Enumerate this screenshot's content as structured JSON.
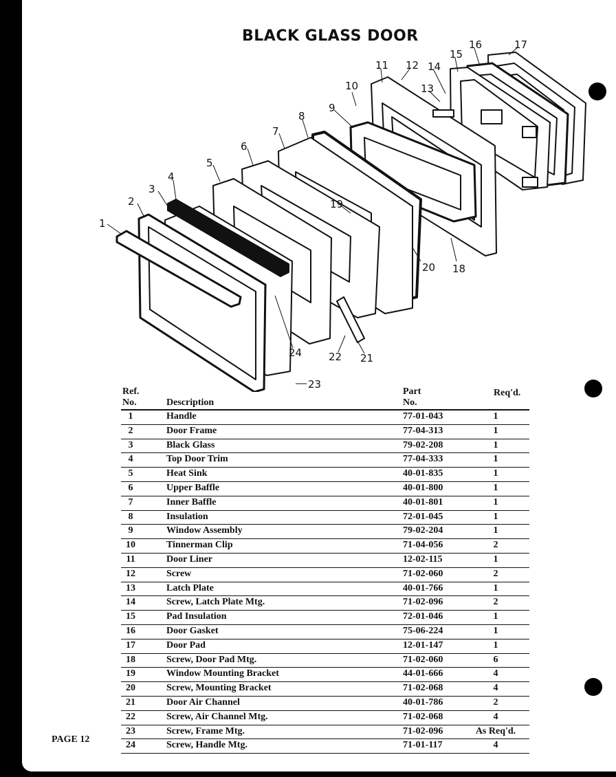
{
  "title": "BLACK GLASS DOOR",
  "page_label": "PAGE 12",
  "callouts": [
    "1",
    "2",
    "3",
    "4",
    "5",
    "6",
    "7",
    "8",
    "9",
    "10",
    "11",
    "12",
    "13",
    "14",
    "15",
    "16",
    "17",
    "18",
    "19",
    "20",
    "21",
    "22",
    "23",
    "24"
  ],
  "table": {
    "headers": {
      "ref_line1": "Ref.",
      "ref_line2": "No.",
      "description": "Description",
      "part_line1": "Part",
      "part_line2": "No.",
      "qty": "Req'd."
    },
    "rows": [
      {
        "ref": "1",
        "desc": "Handle",
        "part": "77-01-043",
        "qty": "1"
      },
      {
        "ref": "2",
        "desc": "Door Frame",
        "part": "77-04-313",
        "qty": "1"
      },
      {
        "ref": "3",
        "desc": "Black Glass",
        "part": "79-02-208",
        "qty": "1"
      },
      {
        "ref": "4",
        "desc": "Top Door Trim",
        "part": "77-04-333",
        "qty": "1"
      },
      {
        "ref": "5",
        "desc": "Heat Sink",
        "part": "40-01-835",
        "qty": "1"
      },
      {
        "ref": "6",
        "desc": "Upper Baffle",
        "part": "40-01-800",
        "qty": "1"
      },
      {
        "ref": "7",
        "desc": "Inner Baffle",
        "part": "40-01-801",
        "qty": "1"
      },
      {
        "ref": "8",
        "desc": "Insulation",
        "part": "72-01-045",
        "qty": "1"
      },
      {
        "ref": "9",
        "desc": "Window Assembly",
        "part": "79-02-204",
        "qty": "1"
      },
      {
        "ref": "10",
        "desc": "Tinnerman Clip",
        "part": "71-04-056",
        "qty": "2"
      },
      {
        "ref": "11",
        "desc": "Door Liner",
        "part": "12-02-115",
        "qty": "1"
      },
      {
        "ref": "12",
        "desc": "Screw",
        "part": "71-02-060",
        "qty": "2"
      },
      {
        "ref": "13",
        "desc": "Latch Plate",
        "part": "40-01-766",
        "qty": "1"
      },
      {
        "ref": "14",
        "desc": "Screw, Latch Plate Mtg.",
        "part": "71-02-096",
        "qty": "2"
      },
      {
        "ref": "15",
        "desc": "Pad Insulation",
        "part": "72-01-046",
        "qty": "1"
      },
      {
        "ref": "16",
        "desc": "Door Gasket",
        "part": "75-06-224",
        "qty": "1"
      },
      {
        "ref": "17",
        "desc": "Door Pad",
        "part": "12-01-147",
        "qty": "1"
      },
      {
        "ref": "18",
        "desc": "Screw, Door Pad Mtg.",
        "part": "71-02-060",
        "qty": "6"
      },
      {
        "ref": "19",
        "desc": "Window Mounting Bracket",
        "part": "44-01-666",
        "qty": "4"
      },
      {
        "ref": "20",
        "desc": "Screw, Mounting Bracket",
        "part": "71-02-068",
        "qty": "4"
      },
      {
        "ref": "21",
        "desc": "Door Air Channel",
        "part": "40-01-786",
        "qty": "2"
      },
      {
        "ref": "22",
        "desc": "Screw, Air Channel Mtg.",
        "part": "71-02-068",
        "qty": "4"
      },
      {
        "ref": "23",
        "desc": "Screw, Frame Mtg.",
        "part": "71-02-096",
        "qty": "As Req'd."
      },
      {
        "ref": "24",
        "desc": "Screw, Handle Mtg.",
        "part": "71-01-117",
        "qty": "4"
      }
    ]
  }
}
